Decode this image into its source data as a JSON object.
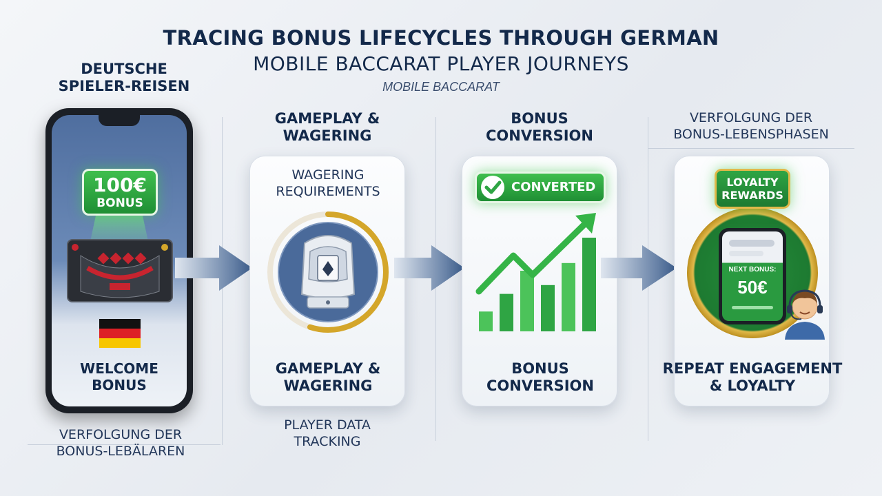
{
  "header": {
    "title_line1": "TRACING BONUS LIFECYCLES THROUGH GERMAN",
    "title_line2": "MOBILE BACCARAT PLAYER JOURNEYS",
    "subtitle": "MOBILE BACCARAT"
  },
  "phone": {
    "top_label_line1": "DEUTSCHE",
    "top_label_line2": "SPIELER-REISEN",
    "bonus_amount": "100€",
    "bonus_word": "BONUS",
    "stage_label_line1": "WELCOME",
    "stage_label_line2": "BONUS",
    "bottom_caption_line1": "VERFOLGUNG DER",
    "bottom_caption_line2": "BONUS-LEBÄLAREN"
  },
  "stage2": {
    "top_label_line1": "GAMEPLAY &",
    "top_label_line2": "WAGERING",
    "card_header_line1": "WAGERING",
    "card_header_line2": "REQUIREMENTS",
    "card_label_line1": "GAMEPLAY &",
    "card_label_line2": "WAGERING",
    "bottom_caption_line1": "PLAYER DATA",
    "bottom_caption_line2": "TRACKING",
    "progress_fraction": 0.55
  },
  "stage3": {
    "top_label_line1": "BONUS",
    "top_label_line2": "CONVERSION",
    "badge": "CONVERTED",
    "card_label_line1": "BONUS",
    "card_label_line2": "CONVERSION",
    "bars": [
      0.18,
      0.34,
      0.55,
      0.42,
      0.62,
      0.85
    ]
  },
  "stage4": {
    "top_label_line1": "VERFOLGUNG DER",
    "top_label_line2": "BONUS-LEBENSPHASEN",
    "badge_line1": "LOYALTY",
    "badge_line2": "REWARDS",
    "next_bonus_label": "NEXT BONUS:",
    "next_bonus_value": "50€",
    "card_label_line1": "REPEAT ENGAGEMENT",
    "card_label_line2": "& LOYALTY"
  },
  "colors": {
    "navy": "#13294a",
    "green": "#2fa544",
    "gold": "#d4a62a",
    "arrow_blue": "#3e5f8e"
  }
}
